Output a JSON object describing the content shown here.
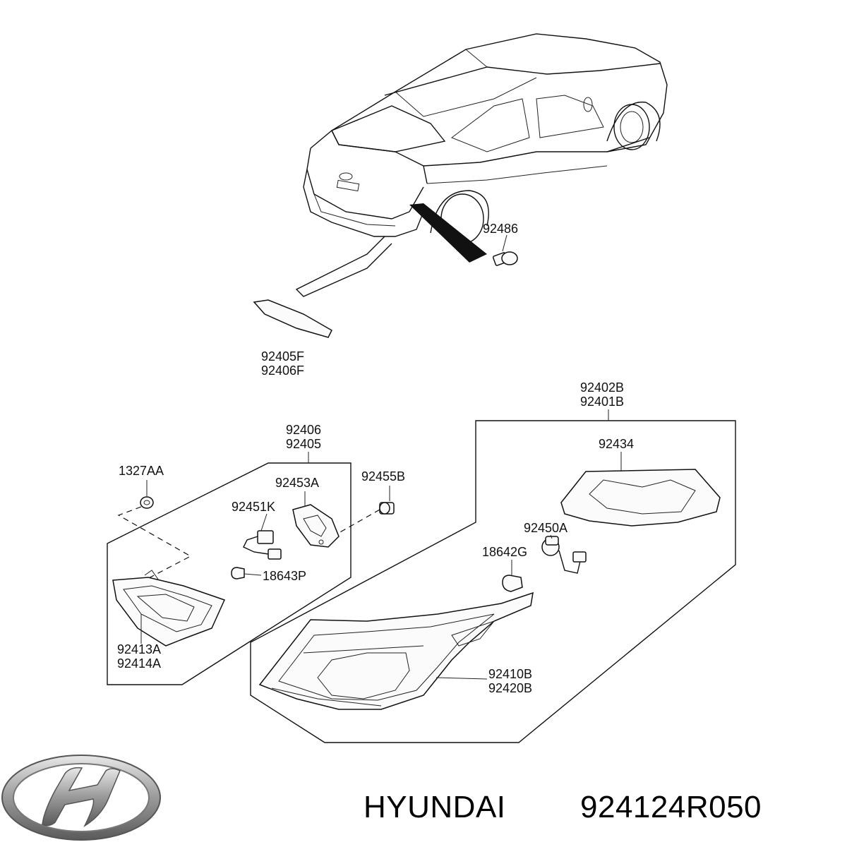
{
  "diagram": {
    "labels": {
      "p92486": "92486",
      "p92405F": "92405F",
      "p92406F": "92406F",
      "p92402B": "92402B",
      "p92401B": "92401B",
      "p92406": "92406",
      "p92405": "92405",
      "p1327AA": "1327AA",
      "p92453A": "92453A",
      "p92455B": "92455B",
      "p92451K": "92451K",
      "p18643P": "18643P",
      "p92413A": "92413A",
      "p92414A": "92414A",
      "p92434": "92434",
      "p92450A": "92450A",
      "p18642G": "18642G",
      "p92410B": "92410B",
      "p92420B": "92420B"
    }
  },
  "footer": {
    "brand": "HYUNDAI",
    "part_number": "924124R050",
    "logo": "hyundai-logo-icon"
  }
}
